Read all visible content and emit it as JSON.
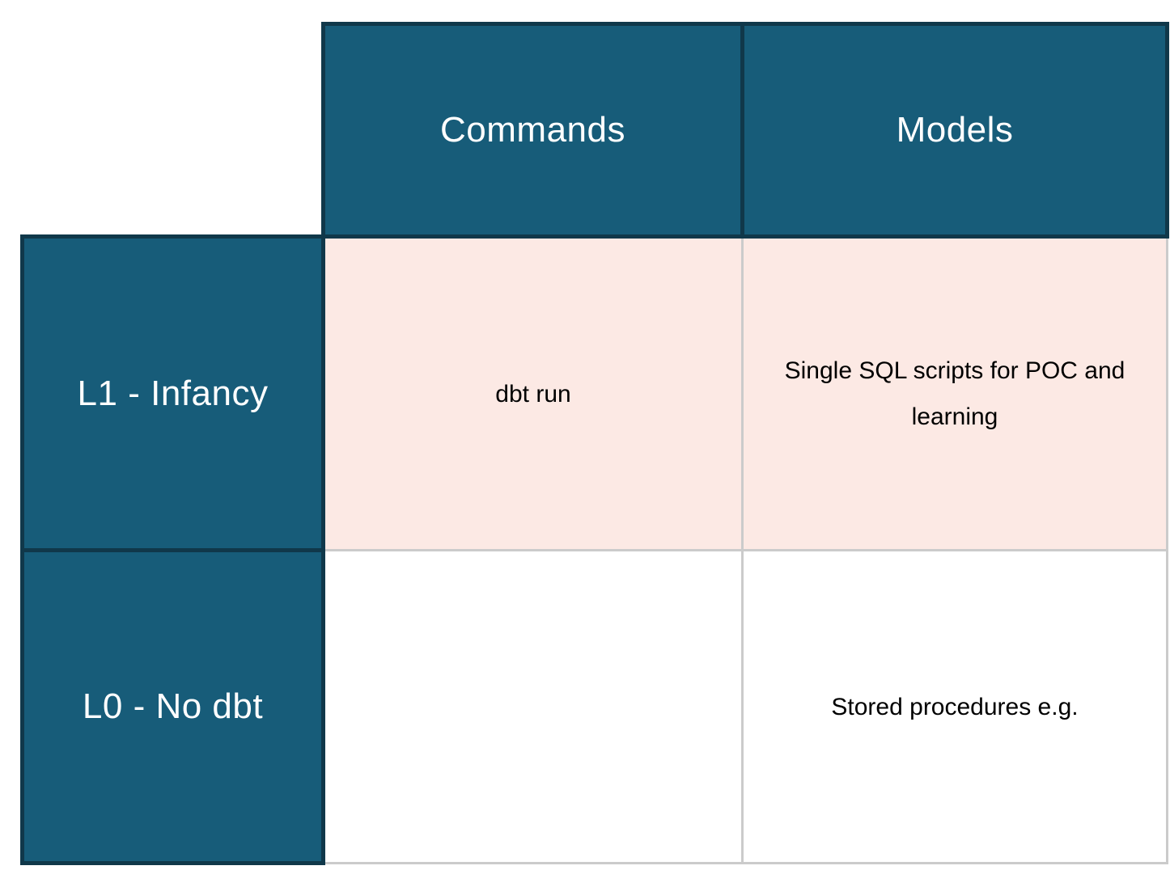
{
  "theme": {
    "page_bg": "#FFFFFF",
    "header_bg": "#175C79",
    "header_border": "#10384A",
    "header_text": "#FFFFFF",
    "row1_bg": "#FCE9E4",
    "row2_bg": "#FFFFFF",
    "cell_border": "#CBCBCB",
    "cell_text": "#000000"
  },
  "matrix": {
    "column_headers": [
      "Commands",
      "Models"
    ],
    "rows": [
      {
        "label": "L1 - Infancy",
        "cells": [
          "dbt run",
          "Single SQL scripts for POC and learning"
        ]
      },
      {
        "label": "L0 - No dbt",
        "cells": [
          "",
          "Stored procedures e.g."
        ]
      }
    ]
  }
}
